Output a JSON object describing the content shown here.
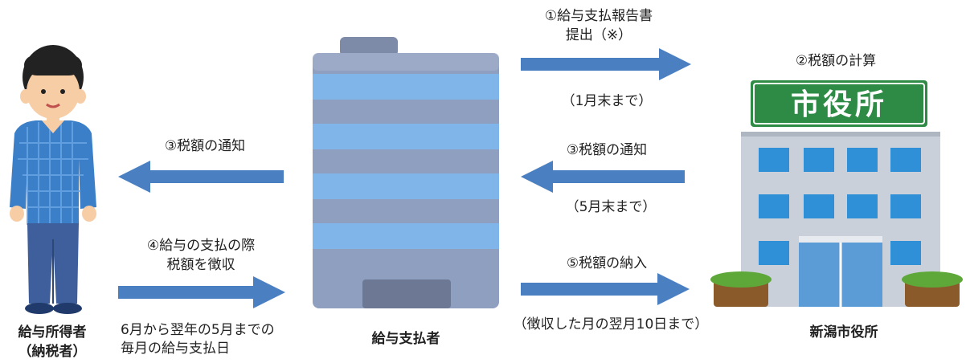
{
  "colors": {
    "arrow": "#4a7fc1",
    "building_stripe_dark": "#8f9fc0",
    "building_stripe_light": "#7fb5e8",
    "city_hall_sign": "#2e8b45",
    "city_hall_wall": "#c9d0d9",
    "window": "#2f90d8",
    "shirt": "#3c7fc9",
    "pants": "#3f5f9c",
    "skin": "#f7cda6"
  },
  "people": {
    "taxpayer_label_line1": "給与所得者",
    "taxpayer_label_line2": "（納税者）"
  },
  "company": {
    "label": "給与支払者"
  },
  "city": {
    "sign_text": "市役所",
    "label": "新潟市役所",
    "step2": "②税額の計算"
  },
  "flows": {
    "step1_line1": "①給与支払報告書",
    "step1_line2": "提出（※）",
    "step1_deadline": "（1月末まで）",
    "step3_to_company": "③税額の通知",
    "step3_deadline": "（5月末まで）",
    "step3_to_taxpayer": "③税額の通知",
    "step4_line1": "④給与の支払の際",
    "step4_line2": "税額を徴収",
    "step4_period_line1": "6月から翌年の5月までの",
    "step4_period_line2": "毎月の給与支払日",
    "step5": "⑤税額の納入",
    "step5_deadline": "（徴収した月の翌月10日まで）"
  }
}
